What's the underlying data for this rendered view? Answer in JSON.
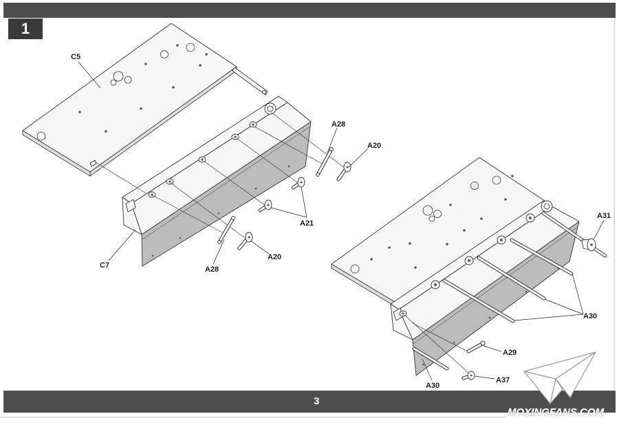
{
  "header": {
    "step_number": "1"
  },
  "footer": {
    "page_number": "3"
  },
  "left_assembly": {
    "labels": {
      "c5": "C5",
      "c7": "C7",
      "a28_upper": "A28",
      "a20_upper": "A20",
      "a21": "A21",
      "a20_lower": "A20",
      "a28_lower": "A28"
    }
  },
  "right_assembly": {
    "labels": {
      "a31": "A31",
      "a30_upper": "A30",
      "a29": "A29",
      "a37": "A37",
      "a30_lower": "A30"
    }
  },
  "watermark": {
    "text": "MOXINGFANS.COM",
    "logo_icon": "paper-plane-icon"
  },
  "colors": {
    "bar": "#4d4d4d",
    "step_box": "#3a3a3a",
    "part_fill": "#f7f7f7",
    "panel_gray": "#bcbcbc",
    "line": "#333333"
  }
}
